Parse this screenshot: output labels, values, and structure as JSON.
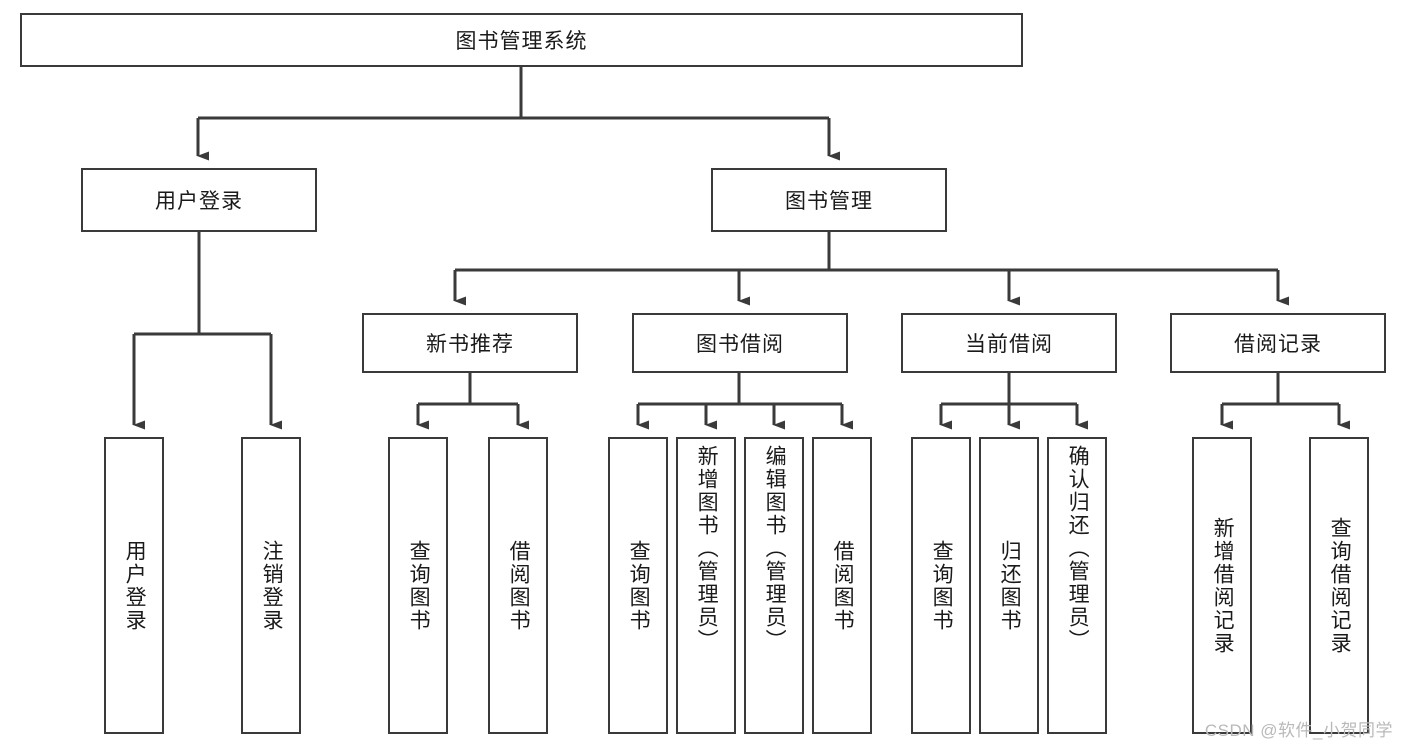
{
  "diagram": {
    "title": "图书管理系统",
    "type": "tree",
    "root": {
      "label": "图书管理系统",
      "orientation": "horizontal"
    },
    "level2": [
      {
        "label": "用户登录",
        "orientation": "horizontal"
      },
      {
        "label": "图书管理",
        "orientation": "horizontal"
      }
    ],
    "level3": [
      {
        "label": "新书推荐",
        "orientation": "horizontal"
      },
      {
        "label": "图书借阅",
        "orientation": "horizontal"
      },
      {
        "label": "当前借阅",
        "orientation": "horizontal"
      },
      {
        "label": "借阅记录",
        "orientation": "horizontal"
      }
    ],
    "leaves": {
      "user_login": [
        {
          "label": "用户登录",
          "align": "center"
        },
        {
          "label": "注销登录",
          "align": "center"
        }
      ],
      "new_book_recommend": [
        {
          "label": "查询图书",
          "align": "center"
        },
        {
          "label": "借阅图书",
          "align": "center"
        }
      ],
      "book_borrow": [
        {
          "label": "查询图书",
          "align": "center"
        },
        {
          "label": "新增图书（管理员）",
          "align": "top"
        },
        {
          "label": "编辑图书（管理员）",
          "align": "top"
        },
        {
          "label": "借阅图书",
          "align": "center"
        }
      ],
      "current_borrow": [
        {
          "label": "查询图书",
          "align": "center"
        },
        {
          "label": "归还图书",
          "align": "center"
        },
        {
          "label": "确认归还（管理员）",
          "align": "top"
        }
      ],
      "borrow_record": [
        {
          "label": "新增借阅记录",
          "align": "center"
        },
        {
          "label": "查询借阅记录",
          "align": "center"
        }
      ]
    },
    "watermark": "CSDN @软件_小贺同学",
    "colors": {
      "stroke": "#3a3a3a",
      "fill": "#ffffff",
      "text": "#1a1a1a",
      "watermark": "#b9b9b9"
    }
  }
}
